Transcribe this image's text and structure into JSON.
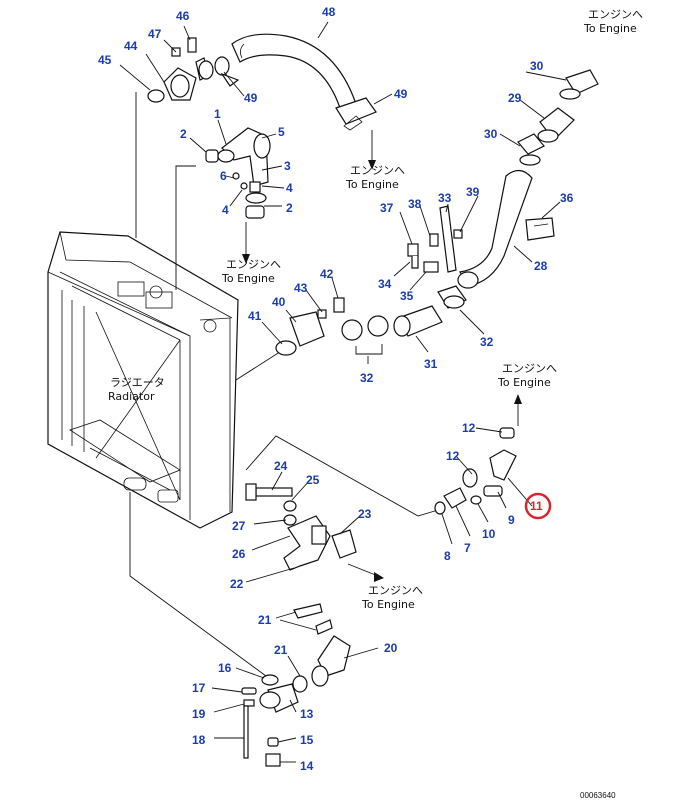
{
  "colors": {
    "callout": "#1a3cb0",
    "highlight": "#d8262c",
    "line": "#111111"
  },
  "labels": {
    "l1": "1",
    "l2a": "2",
    "l2b": "2",
    "l3": "3",
    "l4a": "4",
    "l4b": "4",
    "l5": "5",
    "l6": "6",
    "l7": "7",
    "l8": "8",
    "l9": "9",
    "l10": "10",
    "l11": "11",
    "l12a": "12",
    "l12b": "12",
    "l13": "13",
    "l14": "14",
    "l15": "15",
    "l16": "16",
    "l17": "17",
    "l18": "18",
    "l19": "19",
    "l20": "20",
    "l21a": "21",
    "l21b": "21",
    "l22": "22",
    "l23": "23",
    "l24": "24",
    "l25": "25",
    "l26": "26",
    "l27": "27",
    "l28": "28",
    "l29": "29",
    "l30a": "30",
    "l30b": "30",
    "l31": "31",
    "l32a": "32",
    "l32b": "32",
    "l33": "33",
    "l34": "34",
    "l35": "35",
    "l36": "36",
    "l37": "37",
    "l38": "38",
    "l39": "39",
    "l40": "40",
    "l41": "41",
    "l42": "42",
    "l43": "43",
    "l44": "44",
    "l45": "45",
    "l46": "46",
    "l47": "47",
    "l48": "48",
    "l49a": "49",
    "l49b": "49"
  },
  "notes": {
    "engine_jp": "エンジンへ",
    "engine_en": "To Engine",
    "engine_en_top": "To Engine",
    "radiator_jp": "ラジエータ",
    "radiator_en": "Radiator"
  },
  "figure_code": "00063640"
}
